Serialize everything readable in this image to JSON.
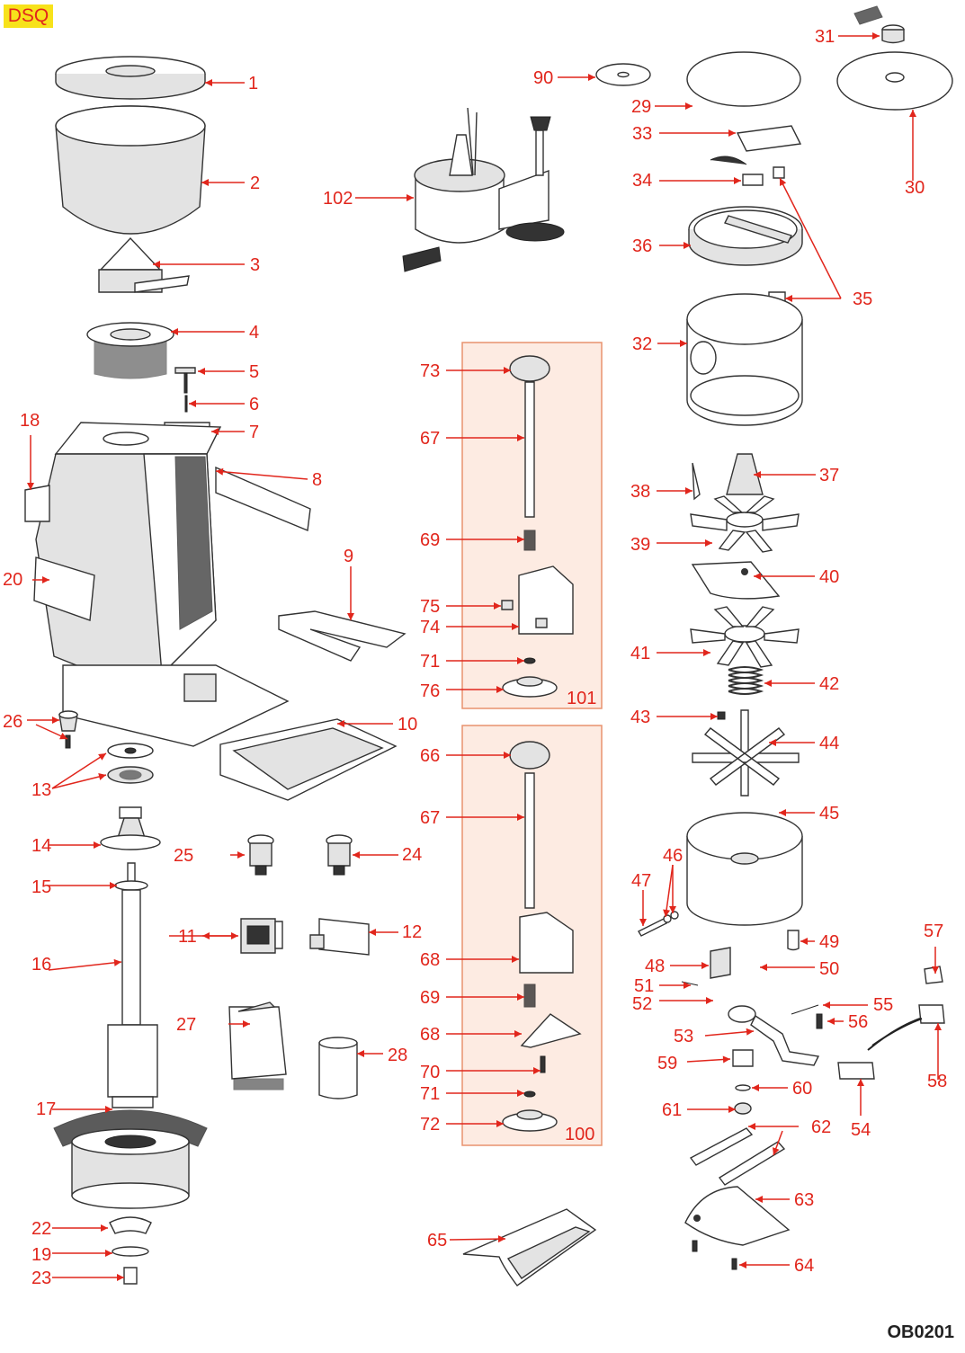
{
  "header": {
    "model": "DSQ"
  },
  "footer": {
    "code": "OB0201"
  },
  "labels": {
    "p1": "1",
    "p2": "2",
    "p3": "3",
    "p4": "4",
    "p5": "5",
    "p6": "6",
    "p7": "7",
    "p8": "8",
    "p9": "9",
    "p10": "10",
    "p11": "11",
    "p12": "12",
    "p13": "13",
    "p14": "14",
    "p15": "15",
    "p16": "16",
    "p17": "17",
    "p18": "18",
    "p19": "19",
    "p20": "20",
    "p22": "22",
    "p23": "23",
    "p24": "24",
    "p25": "25",
    "p26": "26",
    "p27": "27",
    "p28": "28",
    "p29": "29",
    "p30": "30",
    "p31": "31",
    "p32": "32",
    "p33": "33",
    "p34": "34",
    "p35": "35",
    "p36": "36",
    "p37": "37",
    "p38": "38",
    "p39": "39",
    "p40": "40",
    "p41": "41",
    "p42": "42",
    "p43": "43",
    "p44": "44",
    "p45": "45",
    "p46": "46",
    "p47": "47",
    "p48": "48",
    "p49": "49",
    "p50": "50",
    "p51": "51",
    "p52": "52",
    "p53": "53",
    "p54": "54",
    "p55": "55",
    "p56": "56",
    "p57": "57",
    "p58": "58",
    "p59": "59",
    "p60": "60",
    "p61": "61",
    "p62": "62",
    "p63": "63",
    "p64": "64",
    "p65": "65",
    "p66": "66",
    "p67a": "67",
    "p67b": "67",
    "p68a": "68",
    "p68b": "68",
    "p69a": "69",
    "p69b": "69",
    "p70": "70",
    "p71a": "71",
    "p71b": "71",
    "p72": "72",
    "p73": "73",
    "p74": "74",
    "p75": "75",
    "p76": "76",
    "p90": "90",
    "p100": "100",
    "p101": "101",
    "p102": "102"
  },
  "colors": {
    "label": "#e1261c",
    "tag_bg": "#f7e21b",
    "box_fill": "#fdebe2",
    "box_stroke": "#e8926e"
  }
}
